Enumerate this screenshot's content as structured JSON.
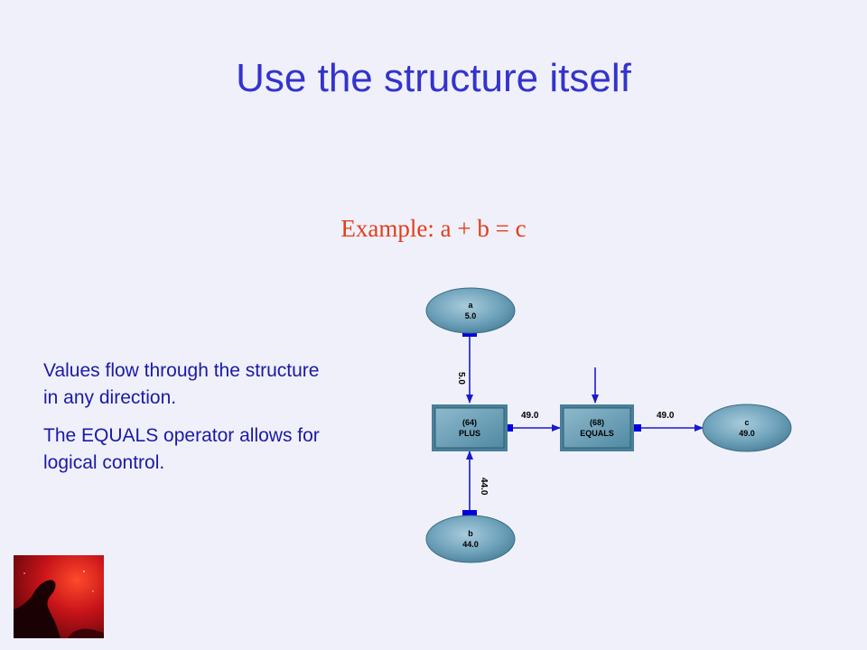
{
  "slide": {
    "title": "Use the structure itself",
    "example": "Example:  a + b = c",
    "paragraph_1_line_1": "Values flow through the structure",
    "paragraph_1_line_2": "in any direction.",
    "paragraph_2_line_1": "The EQUALS operator allows for",
    "paragraph_2_line_2": "logical control."
  },
  "diagram": {
    "nodes": {
      "a": {
        "name": "a",
        "value": "5.0"
      },
      "b": {
        "name": "b",
        "value": "44.0"
      },
      "c": {
        "name": "c",
        "value": "49.0"
      },
      "plus": {
        "id": "(64)",
        "label": "PLUS"
      },
      "equals": {
        "id": "(68)",
        "label": "EQUALS"
      }
    },
    "edges": {
      "a_to_plus": "5.0",
      "b_to_plus": "44.0",
      "plus_to_equals": "49.0",
      "equals_to_c": "49.0"
    },
    "colors": {
      "node_fill": "#6aa0b8",
      "arrow": "#1a1acc",
      "connector": "#0000dd"
    }
  }
}
